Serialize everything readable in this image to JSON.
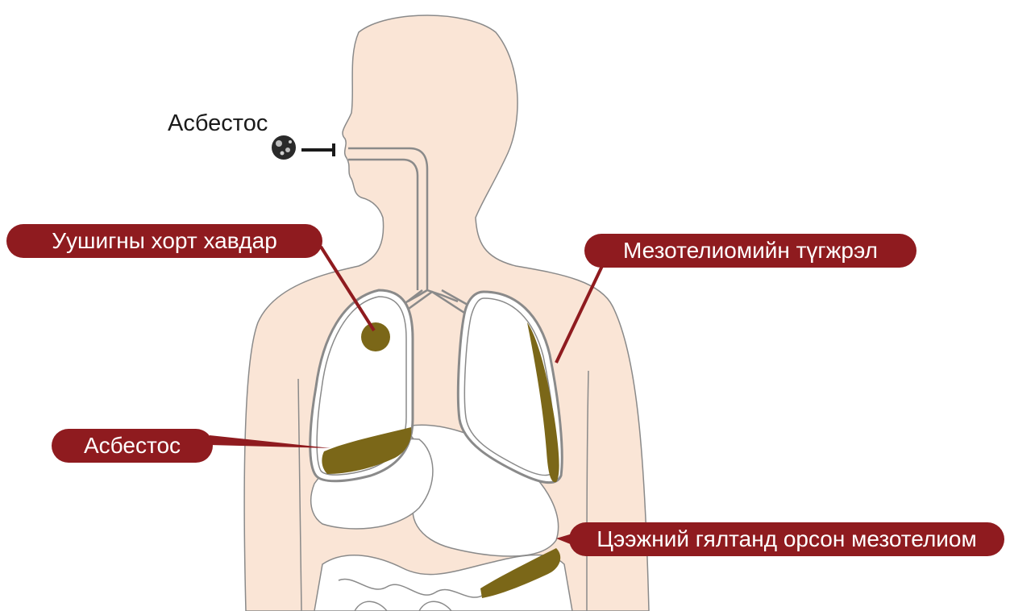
{
  "labels": {
    "asbestos_intake": "Асбестос",
    "lung_cancer": "Уушигны хорт хавдар",
    "mesothelioma_pleural": "Мезотелиомийн түгжрэл",
    "asbestos_deposit": "Асбестос",
    "peritoneal_mesothelioma": "Цээжний гялтанд орсон мезотелиом"
  },
  "colors": {
    "skin": "#fae5d6",
    "outline": "#8a8a8a",
    "organ_fill": "#ffffff",
    "callout": "#8f1b1f",
    "deposit": "#7b6718",
    "particle": "#2a2a2a"
  }
}
